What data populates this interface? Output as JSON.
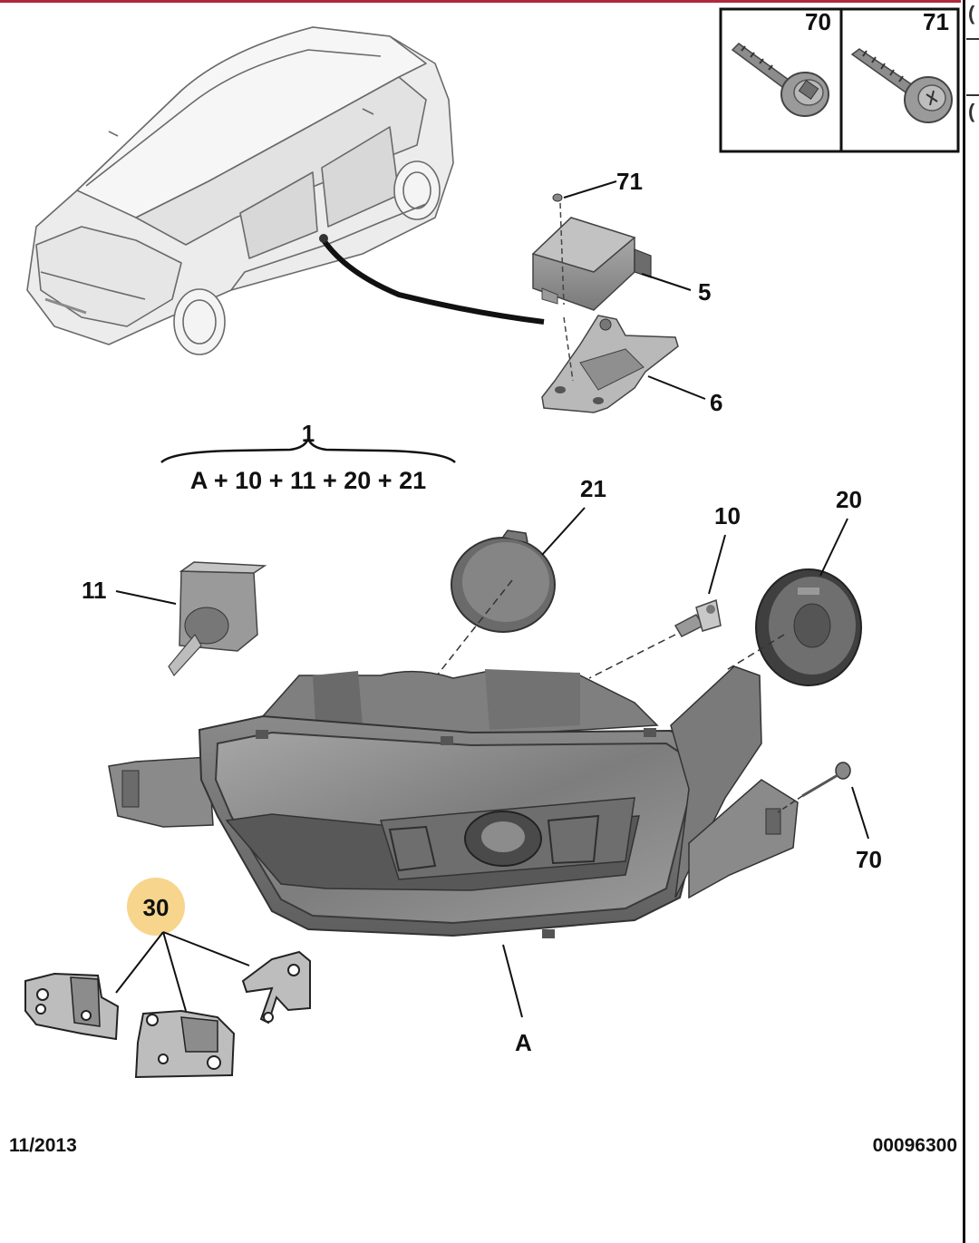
{
  "assembly": {
    "label": "1",
    "formula": "A + 10 + 11 + 20 + 21"
  },
  "inset": {
    "left_label": "70",
    "right_label": "71"
  },
  "callouts": {
    "c71": "71",
    "c5": "5",
    "c6": "6",
    "c21": "21",
    "c10": "10",
    "c20": "20",
    "c11": "11",
    "c70": "70",
    "c30": "30",
    "cA": "A"
  },
  "footer": {
    "date": "11/2013",
    "ref": "00096300"
  },
  "right_edge_glyphs": [
    "(",
    "("
  ],
  "colors": {
    "highlight": "#f7d58c",
    "ink": "#111111",
    "part_dark": "#6e6e6e",
    "part_mid": "#9a9a9a",
    "part_light": "#c9c9c9",
    "top_rule": "#b0283a"
  }
}
